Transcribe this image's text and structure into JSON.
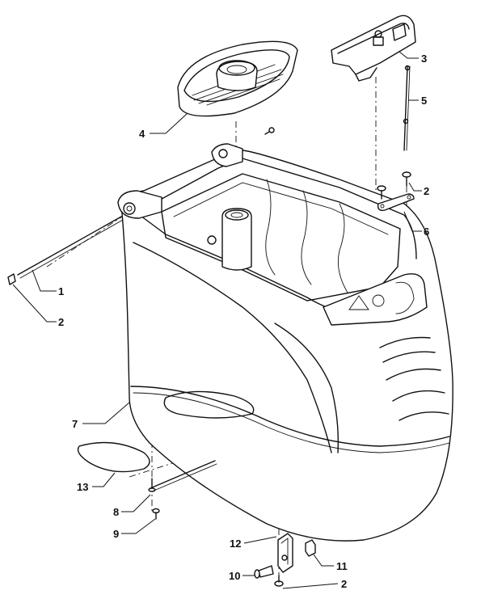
{
  "callouts": [
    {
      "id": "c1",
      "text": "1"
    },
    {
      "id": "c2a",
      "text": "2"
    },
    {
      "id": "c2b",
      "text": "2"
    },
    {
      "id": "c2c",
      "text": "2"
    },
    {
      "id": "c3",
      "text": "3"
    },
    {
      "id": "c4",
      "text": "4"
    },
    {
      "id": "c5",
      "text": "5"
    },
    {
      "id": "c6",
      "text": "6"
    },
    {
      "id": "c7",
      "text": "7"
    },
    {
      "id": "c8",
      "text": "8"
    },
    {
      "id": "c9",
      "text": "9"
    },
    {
      "id": "c10",
      "text": "10"
    },
    {
      "id": "c11",
      "text": "11"
    },
    {
      "id": "c12",
      "text": "12"
    },
    {
      "id": "c13",
      "text": "13"
    }
  ]
}
